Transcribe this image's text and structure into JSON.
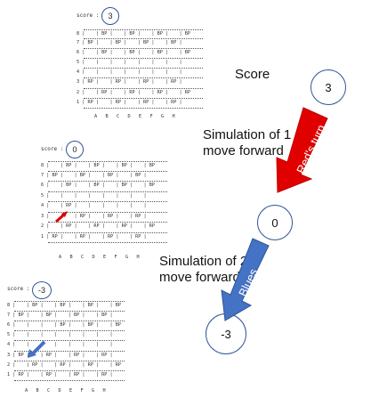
{
  "colors": {
    "red": "#e00000",
    "blue": "#4472c4",
    "circle_border": "#2f5597"
  },
  "boards": [
    {
      "score_label": "score :",
      "score_value": "3",
      "rows": [
        "8 |    | BP |    | BP |    | BP |    | BP",
        "7 | BP |    | BP |    | BP |    | BP |",
        "6 |    | BP |    | BP |    | BP |    | BP",
        "5 |    |    |    |    |    |    |    |",
        "4 |    |    |    |    |    |    |    |",
        "3 | RP |    | RP |    | RP |    | RP |",
        "2 |    | RP |    | RP |    | RP |    | RP",
        "1 | RP |    | RP |    | RP |    | RP |"
      ],
      "cols": "A   B   C   D   E   F   G   H"
    },
    {
      "score_label": "score :",
      "score_value": "0",
      "rows": [
        "8 |    | BP |    | BP |    | BP |    | BP",
        "7 | BP |    | BP |    | BP |    | BP |",
        "6 |    | BP |    | BP |    | BP |    | BP",
        "5 |    |    |    |    |    |    |    |",
        "4 |    | RP |    |    |    |    |    |",
        "3 |    |    | RP |    | RP |    | RP |",
        "2 |    | RP |    | RP |    | RP |    | RP",
        "1 | RP |    | RP |    | RP |    | RP |"
      ],
      "cols": "A   B   C   D   E   F   G   H"
    },
    {
      "score_label": "score :",
      "score_value": "-3",
      "rows": [
        "8 |    | BP |    | BP |    | BP |    | BP",
        "7 | BP |    | BP |    | BP |    | BP |",
        "6 |    |    |    | BP |    | BP |    | BP",
        "5 |    |    |    |    |    |    |    |",
        "4 |    |    |    |    |    |    |    |",
        "3 | BP |    | RP |    | RP |    | RP |",
        "2 |    | RP |    | RP |    | RP |    | RP",
        "1 | RP |    | RP |    | RP |    | RP |"
      ],
      "cols": "A   B   C   D   E   F   G   H"
    }
  ],
  "labels": {
    "score": "Score",
    "sim1": "Simulation of 1 move forward",
    "sim2": "Simulation of 2 move forward",
    "reds_turn": "Red's turn",
    "blues": "Blues"
  },
  "circles": [
    "3",
    "0",
    "-3"
  ]
}
